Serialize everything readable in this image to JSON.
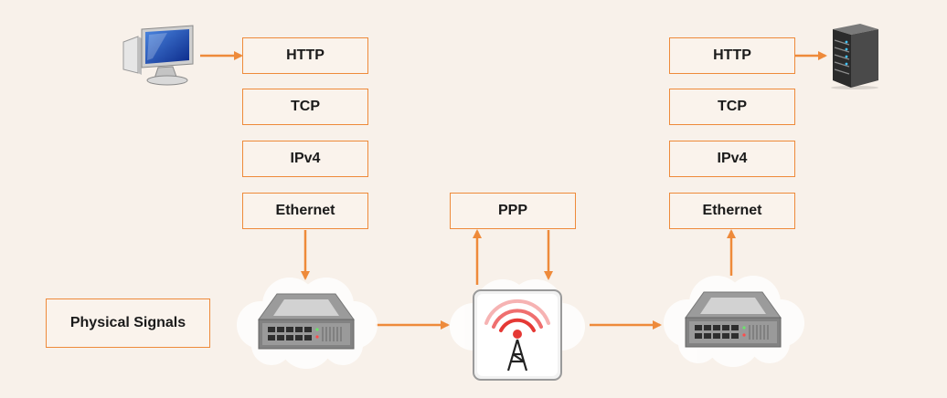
{
  "left_stack": [
    "HTTP",
    "TCP",
    "IPv4",
    "Ethernet"
  ],
  "middle_stack": [
    "PPP"
  ],
  "right_stack": [
    "HTTP",
    "TCP",
    "IPv4",
    "Ethernet"
  ],
  "physical_label": "Physical Signals",
  "icons": {
    "client": "desktop-computer-icon",
    "server": "server-tower-icon",
    "left_device": "network-switch-icon",
    "middle_device": "radio-tower-icon",
    "right_device": "network-switch-icon"
  },
  "colors": {
    "background": "#f8f1ea",
    "accent": "#ee8a3a",
    "text": "#1a1a1a"
  }
}
